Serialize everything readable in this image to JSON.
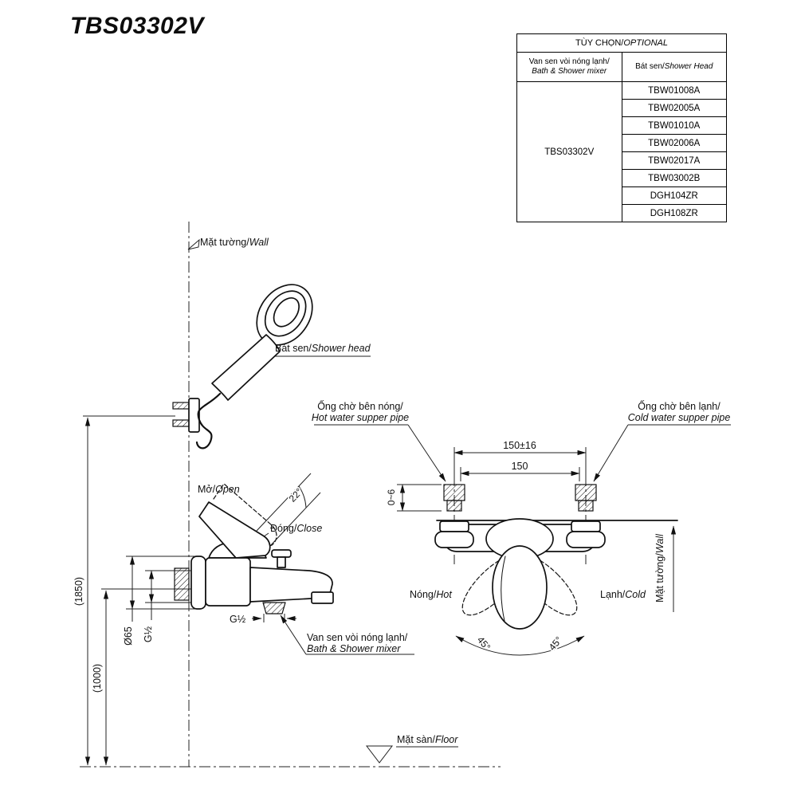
{
  "page": {
    "title": "TBS03302V"
  },
  "table": {
    "title": {
      "vi": "TÙY CHỌN/",
      "en": "OPTIONAL"
    },
    "col_mixer": {
      "vi": "Van sen vòi nóng lạnh/",
      "en": "Bath & Shower mixer"
    },
    "col_shower": {
      "vi": "Bát sen/",
      "en": "Shower Head"
    },
    "mixer_model": "TBS03302V",
    "shower_heads": [
      "TBW01008A",
      "TBW02005A",
      "TBW01010A",
      "TBW02006A",
      "TBW02017A",
      "TBW03002B",
      "DGH104ZR",
      "DGH108ZR"
    ]
  },
  "drawing": {
    "wall_top": {
      "vi": "Mặt tường/",
      "en": "Wall"
    },
    "shower_head": {
      "vi": "Bát sen/",
      "en": "Shower head"
    },
    "open": {
      "vi": "Mở/",
      "en": "Open"
    },
    "close": {
      "vi": "Đóng/",
      "en": "Close"
    },
    "angle_open": "22°",
    "mixer_label": {
      "vi": "Van sen vòi nóng lạnh/",
      "en": "Bath & Shower mixer"
    },
    "hot_pipe": {
      "vi": "Ống chờ bên nóng/",
      "en": "Hot water supper pipe"
    },
    "cold_pipe": {
      "vi": "Ống chờ bên lạnh/",
      "en": "Cold water supper pipe"
    },
    "hot": {
      "vi": "Nóng/",
      "en": "Hot"
    },
    "cold": {
      "vi": "Lạnh/",
      "en": "Cold"
    },
    "floor": {
      "vi": "Mặt sàn/",
      "en": "Floor"
    },
    "wall_side": {
      "vi": "Mặt tường/",
      "en": "Wall"
    },
    "dims": {
      "height_total": "(1850)",
      "height_mixer": "(1000)",
      "escutcheon_dia": "Ø65",
      "thread_side": "G½",
      "thread_bottom": "G½",
      "pipe_distance_tol": "150±16",
      "pipe_distance": "150",
      "protrusion": "0~6",
      "swing_left": "45°",
      "swing_right": "45°"
    }
  }
}
